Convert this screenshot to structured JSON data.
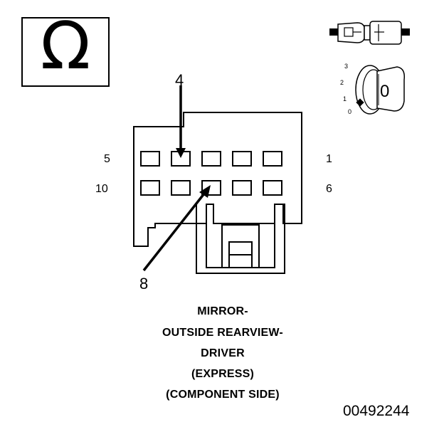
{
  "symbol": {
    "glyph": "Ω",
    "icon": "ohm-icon"
  },
  "pin_labels": {
    "top_left": "5",
    "top_right": "1",
    "bottom_left": "10",
    "bottom_right": "6"
  },
  "callouts": {
    "upper": "4",
    "lower": "8"
  },
  "key_icon": {
    "positions": [
      "3",
      "2",
      "1",
      "0"
    ],
    "face": "0"
  },
  "caption_lines": [
    "MIRROR-",
    "OUTSIDE REARVIEW-",
    "DRIVER",
    "(EXPRESS)",
    "(COMPONENT SIDE)"
  ],
  "part_number": "00492244",
  "colors": {
    "ink": "#000000",
    "paper": "#ffffff"
  }
}
